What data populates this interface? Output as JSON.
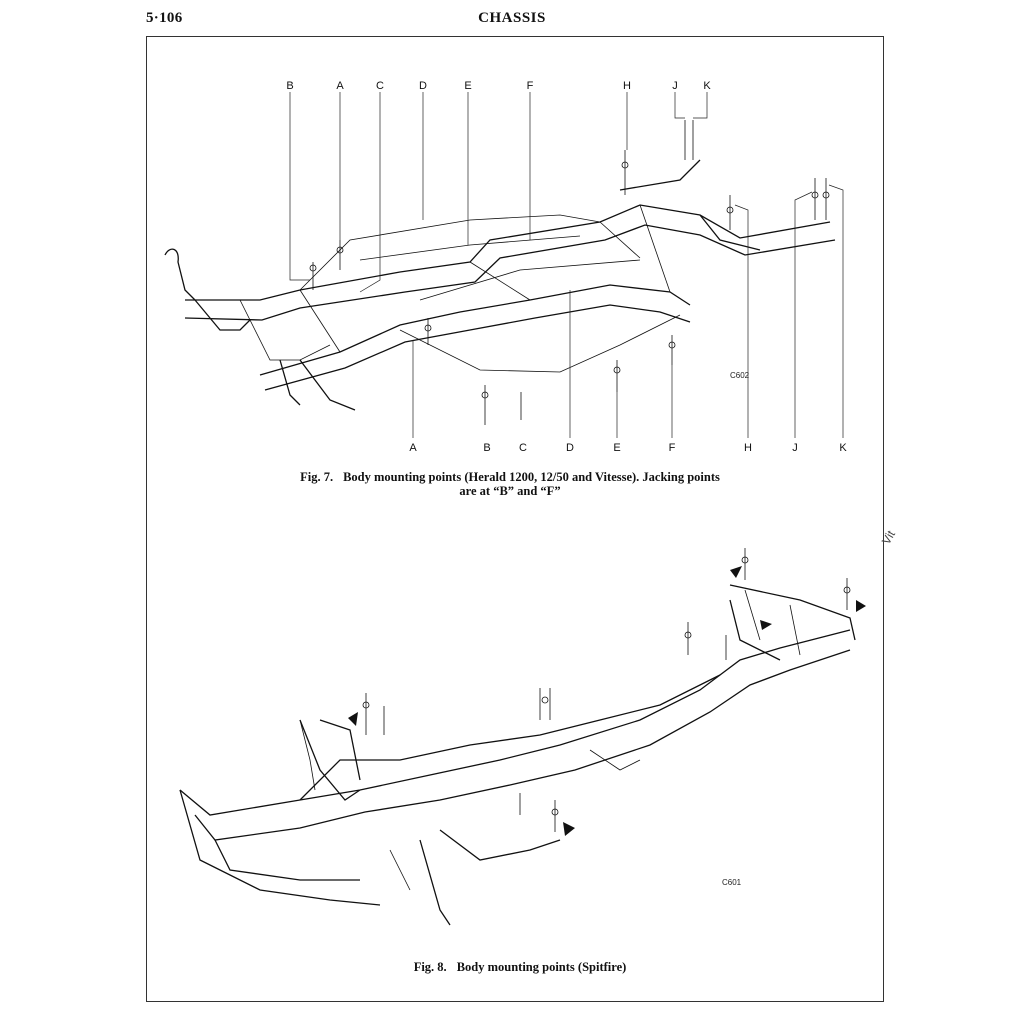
{
  "header": {
    "page_number": "5·106",
    "section_title": "CHASSIS"
  },
  "figure7": {
    "labels_top": [
      "B",
      "A",
      "C",
      "D",
      "E",
      "F",
      "H",
      "J",
      "K"
    ],
    "labels_bottom": [
      "A",
      "B",
      "C",
      "D",
      "E",
      "F",
      "H",
      "J",
      "K"
    ],
    "drawing_code": "C602",
    "caption_label": "Fig. 7.",
    "caption_text": "Body mounting points (Herald 1200, 12/50 and Vitesse). Jacking points are at “B” and “F”"
  },
  "figure8": {
    "drawing_code": "C601",
    "caption_label": "Fig. 8.",
    "caption_text": "Body mounting points (Spitfire)"
  },
  "margin_note": "Vit",
  "icons": {
    "arrow": "mounting-point-arrow-icon",
    "bolt": "bolt-stack-icon"
  }
}
